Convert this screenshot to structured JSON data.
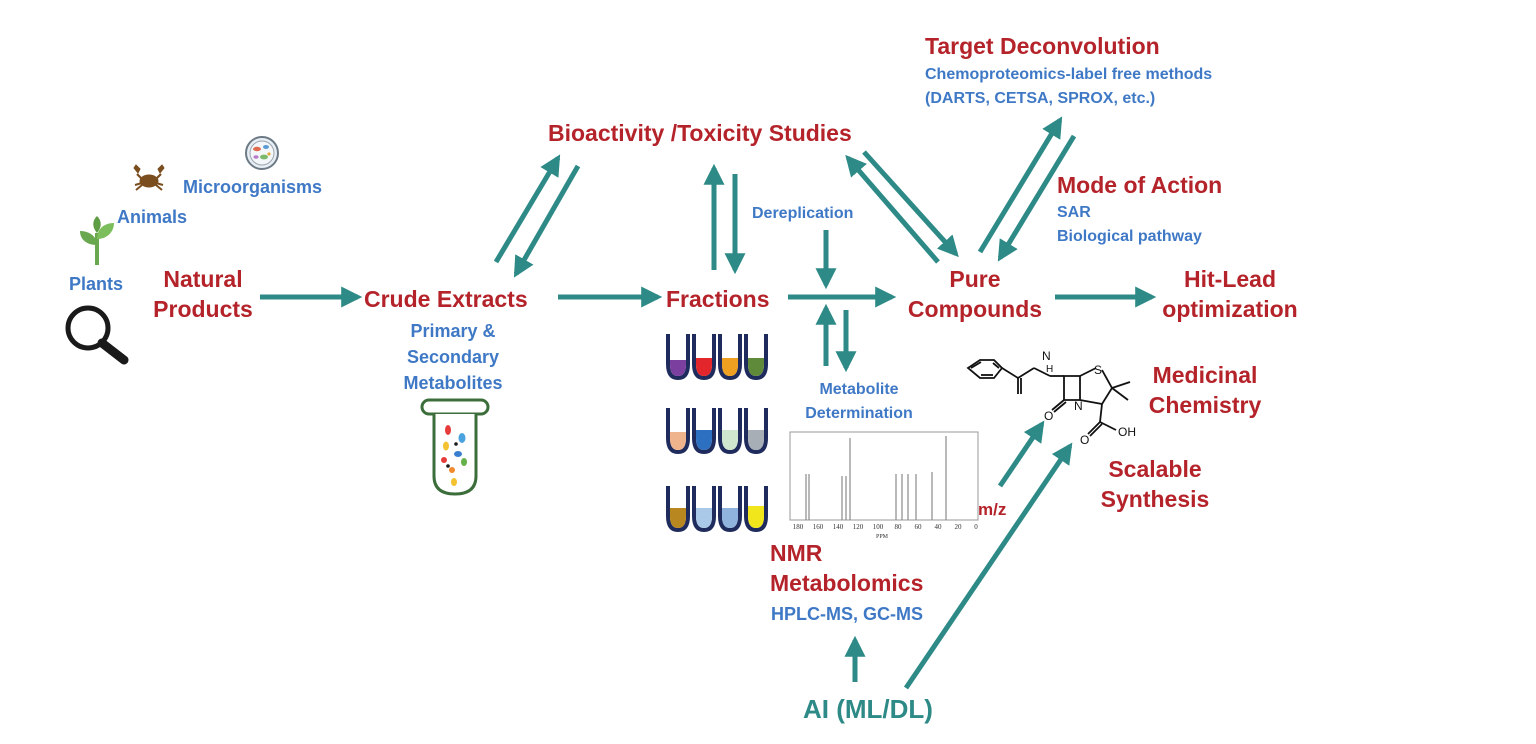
{
  "sources": {
    "microorganisms": "Microorganisms",
    "animals": "Animals",
    "plants": "Plants"
  },
  "natural_products": [
    "Natural",
    "Products"
  ],
  "crude_extracts": {
    "title": "Crude Extracts",
    "sub": [
      "Primary &",
      "Secondary",
      "Metabolites"
    ]
  },
  "fractions": "Fractions",
  "bioactivity": "Bioactivity /Toxicity Studies",
  "dereplication": "Dereplication",
  "metabolite_determination": [
    "Metabolite",
    "Determination"
  ],
  "pure_compounds": [
    "Pure",
    "Compounds"
  ],
  "target_deconvolution": {
    "title": "Target Deconvolution",
    "sub": [
      "Chemoproteomics-label free methods",
      "(DARTS, CETSA, SPROX, etc.)"
    ]
  },
  "mode_of_action": {
    "title": "Mode of Action",
    "sub": [
      "SAR",
      "Biological pathway"
    ]
  },
  "hit_lead": [
    "Hit-Lead",
    "optimization"
  ],
  "medicinal_chemistry": [
    "Medicinal",
    "Chemistry"
  ],
  "scalable_synthesis": [
    "Scalable",
    "Synthesis"
  ],
  "nmr_metabolomics": {
    "title": [
      "NMR",
      "Metabolomics"
    ],
    "sub": "HPLC-MS, GC-MS"
  },
  "ai": "AI (ML/DL)",
  "spectrum": {
    "mz_label": "m/z",
    "axis_title": "PPM",
    "ticks": [
      "180",
      "160",
      "140",
      "120",
      "100",
      "80",
      "60",
      "40",
      "20",
      "0"
    ]
  },
  "molecule_labels": {
    "nh": "H",
    "n_top": "N",
    "s": "S",
    "n_ring": "N",
    "o_left": "O",
    "cooh": "OH",
    "o_acid": "O"
  },
  "colors": {
    "title_red": "#b5232a",
    "sub_blue": "#3f79c6",
    "arrow_teal": "#2d8a87"
  }
}
